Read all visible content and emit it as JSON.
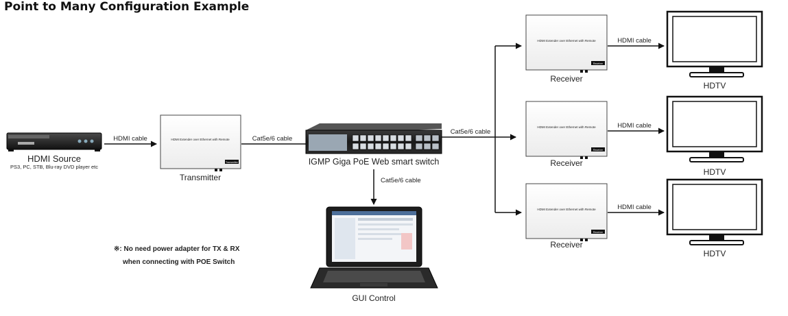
{
  "title": "Point to Many Configuration Example",
  "source": {
    "label": "HDMI Source",
    "sublabel": "PS3, PC, STB, Blu-ray DVD player etc"
  },
  "transmitter": {
    "label": "Transmitter",
    "device_text": "HDMI Extender over Ethernet with Remote",
    "badge": "Transmitter"
  },
  "switch": {
    "label": "IGMP Giga PoE Web smart switch"
  },
  "laptop": {
    "label": "GUI Control"
  },
  "receivers": [
    {
      "label": "Receiver",
      "device_text": "HDMI Extender over Ethernet with Remote",
      "badge": "Receiver"
    },
    {
      "label": "Receiver",
      "device_text": "HDMI Extender over Ethernet with Remote",
      "badge": "Receiver"
    },
    {
      "label": "Receiver",
      "device_text": "HDMI Extender over Ethernet with Remote",
      "badge": "Receiver"
    }
  ],
  "tvs": [
    {
      "label": "HDTV"
    },
    {
      "label": "HDTV"
    },
    {
      "label": "HDTV"
    }
  ],
  "cables": {
    "source_to_tx": "HDMI cable",
    "tx_to_switch": "Cat5e/6 cable",
    "switch_to_rx": "Cat5e/6 cable",
    "switch_to_laptop": "Cat5e/6 cable",
    "rx_to_tv": [
      "HDMI cable",
      "HDMI cable",
      "HDMI cable"
    ]
  },
  "note": {
    "line1": "※: No need power adapter for TX & RX",
    "line2": "when connecting with POE Switch"
  }
}
